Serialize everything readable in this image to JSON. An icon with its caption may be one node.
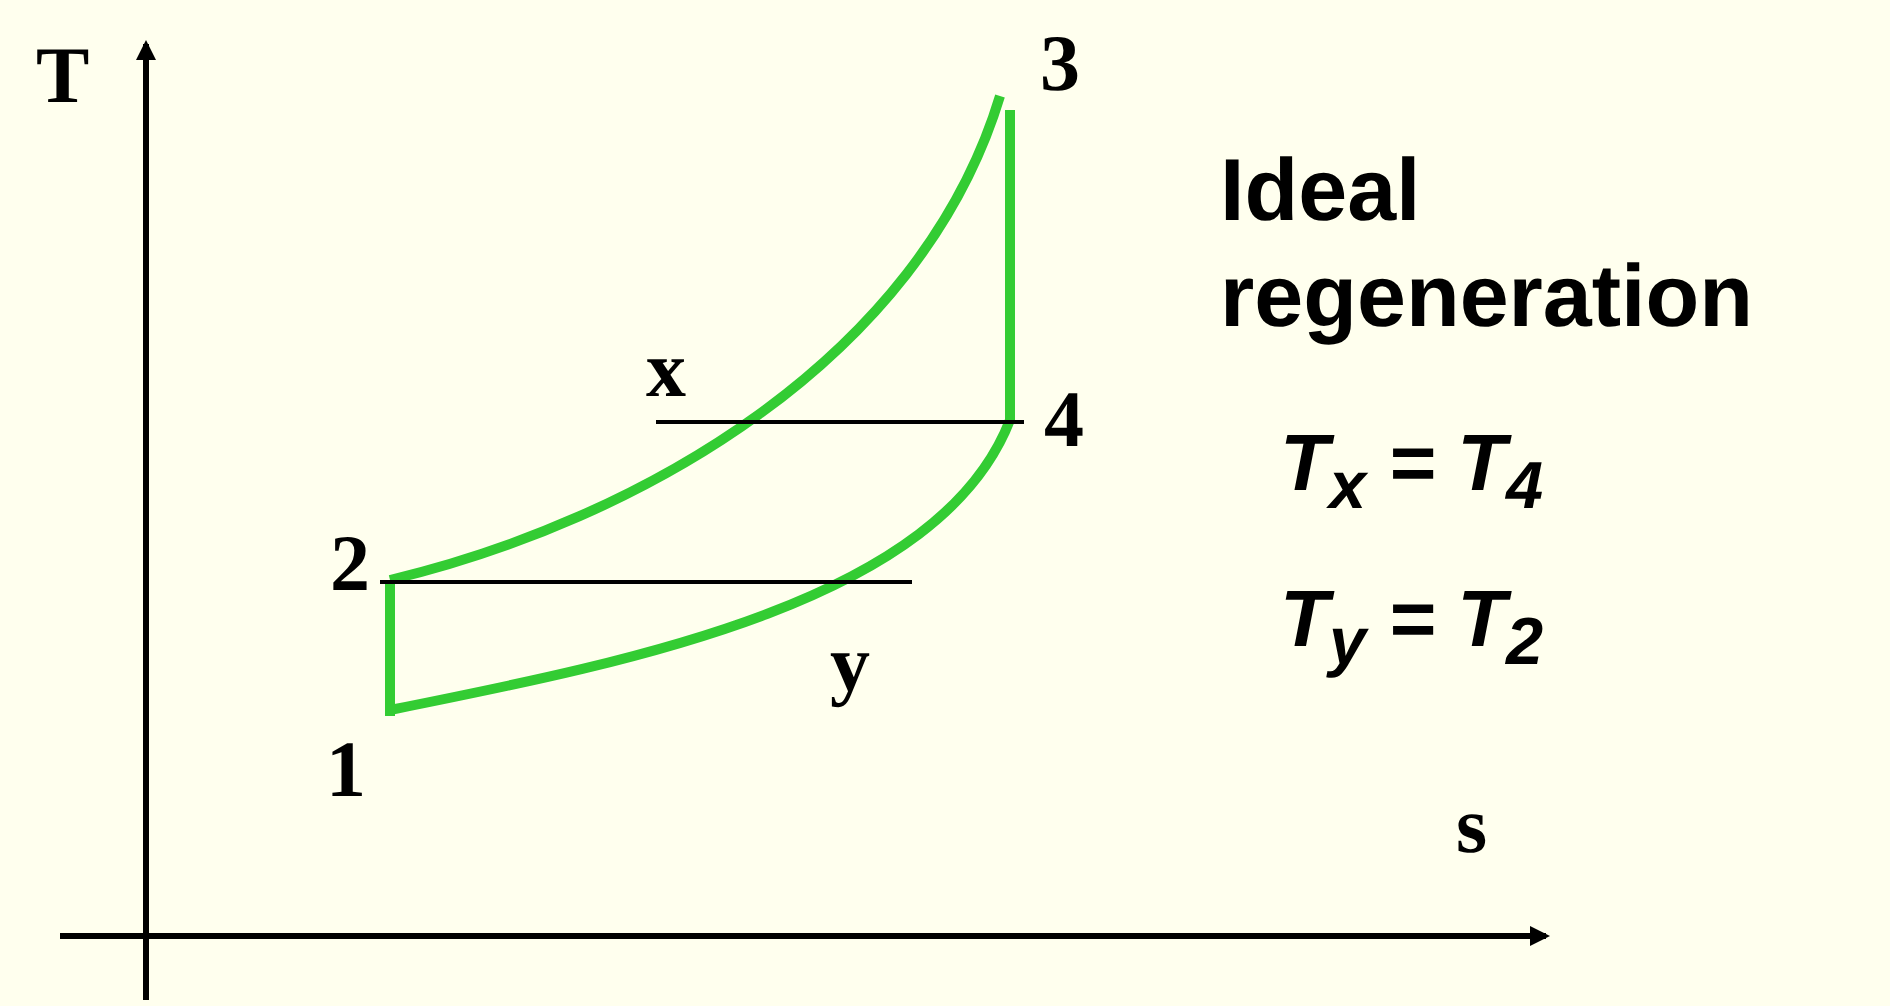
{
  "diagram": {
    "labels": [
      "T",
      "3",
      "Ideal regeneration",
      "x",
      "4",
      "T$_{x}$  = T$_{4}$",
      "2",
      "T$_{y}$  = T$_{2}$",
      "y",
      "1",
      "s"
    ]
  }
}
